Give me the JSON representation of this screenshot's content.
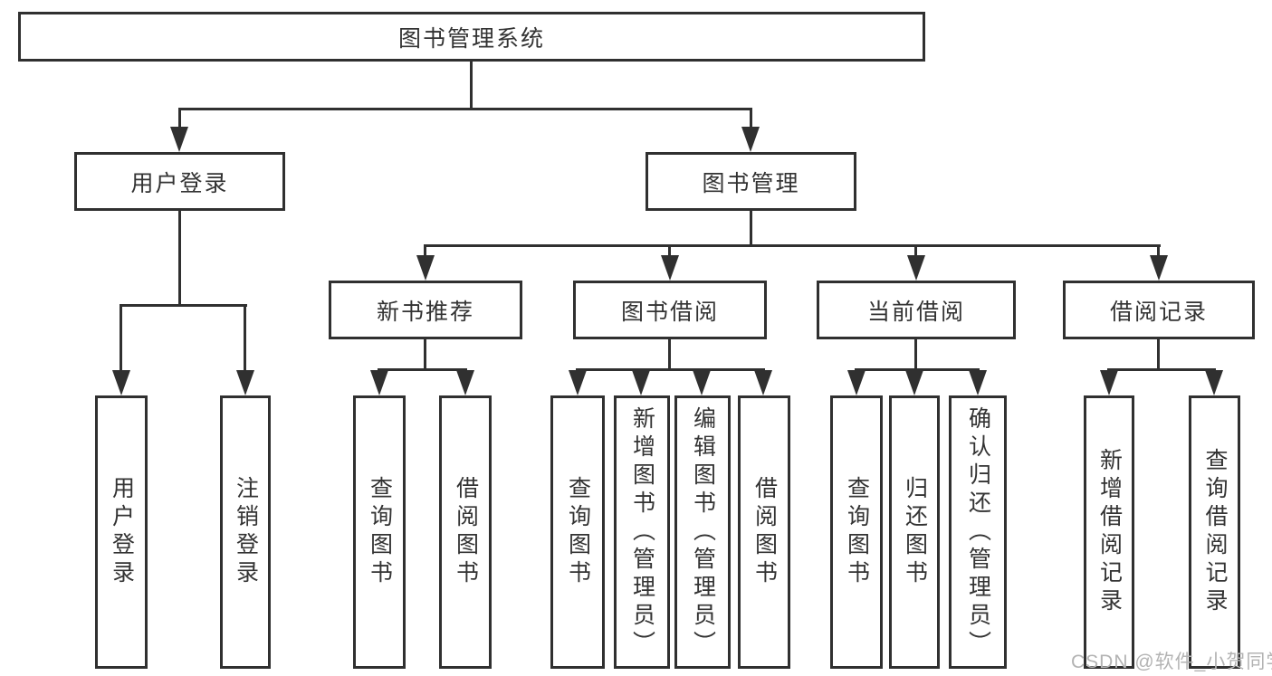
{
  "colors": {
    "line": "#303030",
    "text": "#333333",
    "watermark": "#b3b3b3",
    "background": "#ffffff"
  },
  "nodes": {
    "root": {
      "label": "图书管理系统"
    },
    "login": {
      "label": "用户登录"
    },
    "book_mgmt": {
      "label": "图书管理"
    },
    "new_book": {
      "label": "新书推荐"
    },
    "book_borrow": {
      "label": "图书借阅"
    },
    "current_borrow": {
      "label": "当前借阅"
    },
    "borrow_records": {
      "label": "借阅记录"
    },
    "leaf_user_login": {
      "label": "用户登录"
    },
    "leaf_logout": {
      "label": "注销登录"
    },
    "leaf_nb_query_book": {
      "label": "查询图书"
    },
    "leaf_nb_borrow_book": {
      "label": "借阅图书"
    },
    "leaf_bb_query_book": {
      "label": "查询图书"
    },
    "leaf_bb_add_book": {
      "label": "新增图书（管理员）"
    },
    "leaf_bb_edit_book": {
      "label": "编辑图书（管理员）"
    },
    "leaf_bb_borrow_book": {
      "label": "借阅图书"
    },
    "leaf_cb_query_book": {
      "label": "查询图书"
    },
    "leaf_cb_return_book": {
      "label": "归还图书"
    },
    "leaf_cb_confirm_return": {
      "label": "确认归还（管理员）"
    },
    "leaf_br_add_record": {
      "label": "新增借阅记录"
    },
    "leaf_br_query_record": {
      "label": "查询借阅记录"
    }
  },
  "watermark": {
    "text": "CSDN @软件_小贺同学"
  }
}
